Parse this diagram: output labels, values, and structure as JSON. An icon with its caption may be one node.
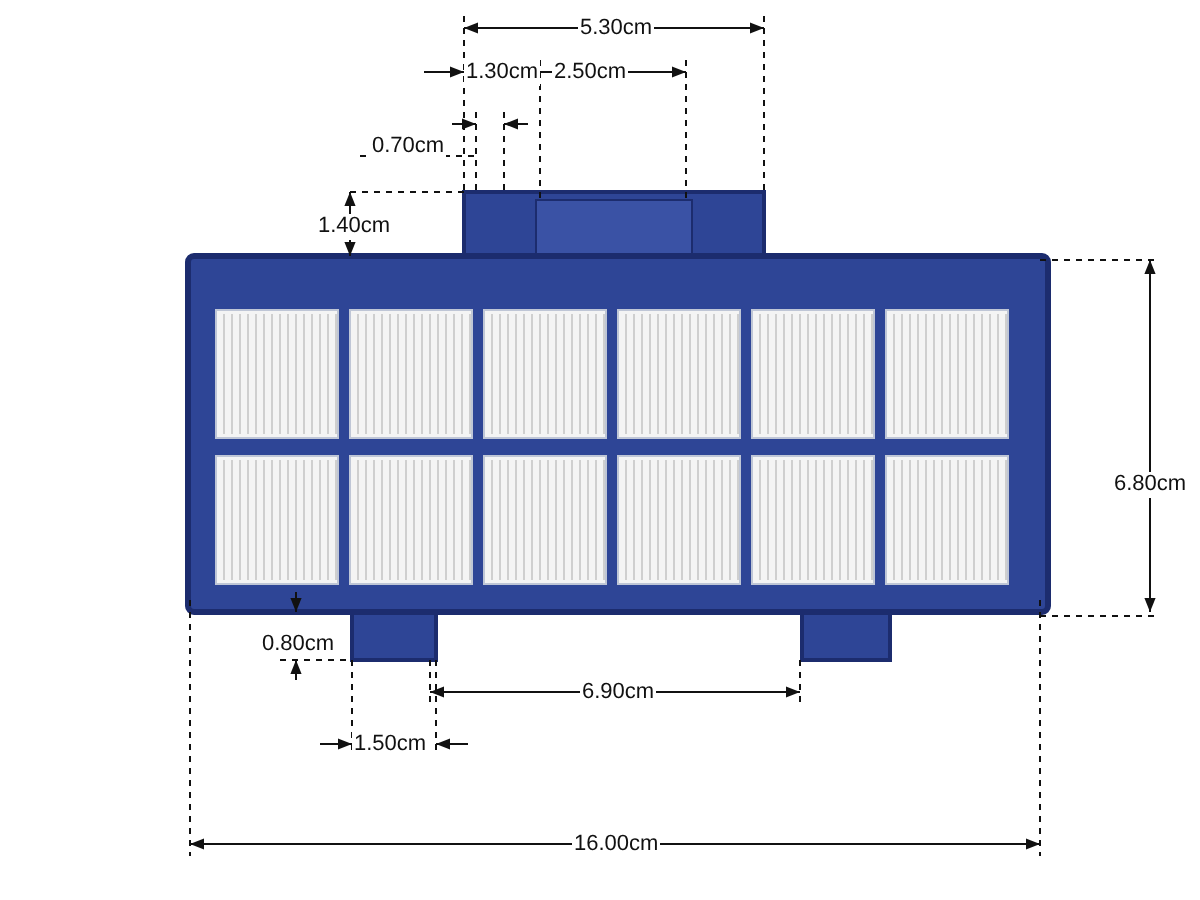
{
  "diagram": {
    "labels": [
      "5.30cm",
      "1.30cm",
      "2.50cm",
      "0.70cm",
      "1.40cm",
      "6.80cm",
      "0.80cm",
      "6.90cm",
      "1.50cm",
      "16.00cm"
    ]
  }
}
